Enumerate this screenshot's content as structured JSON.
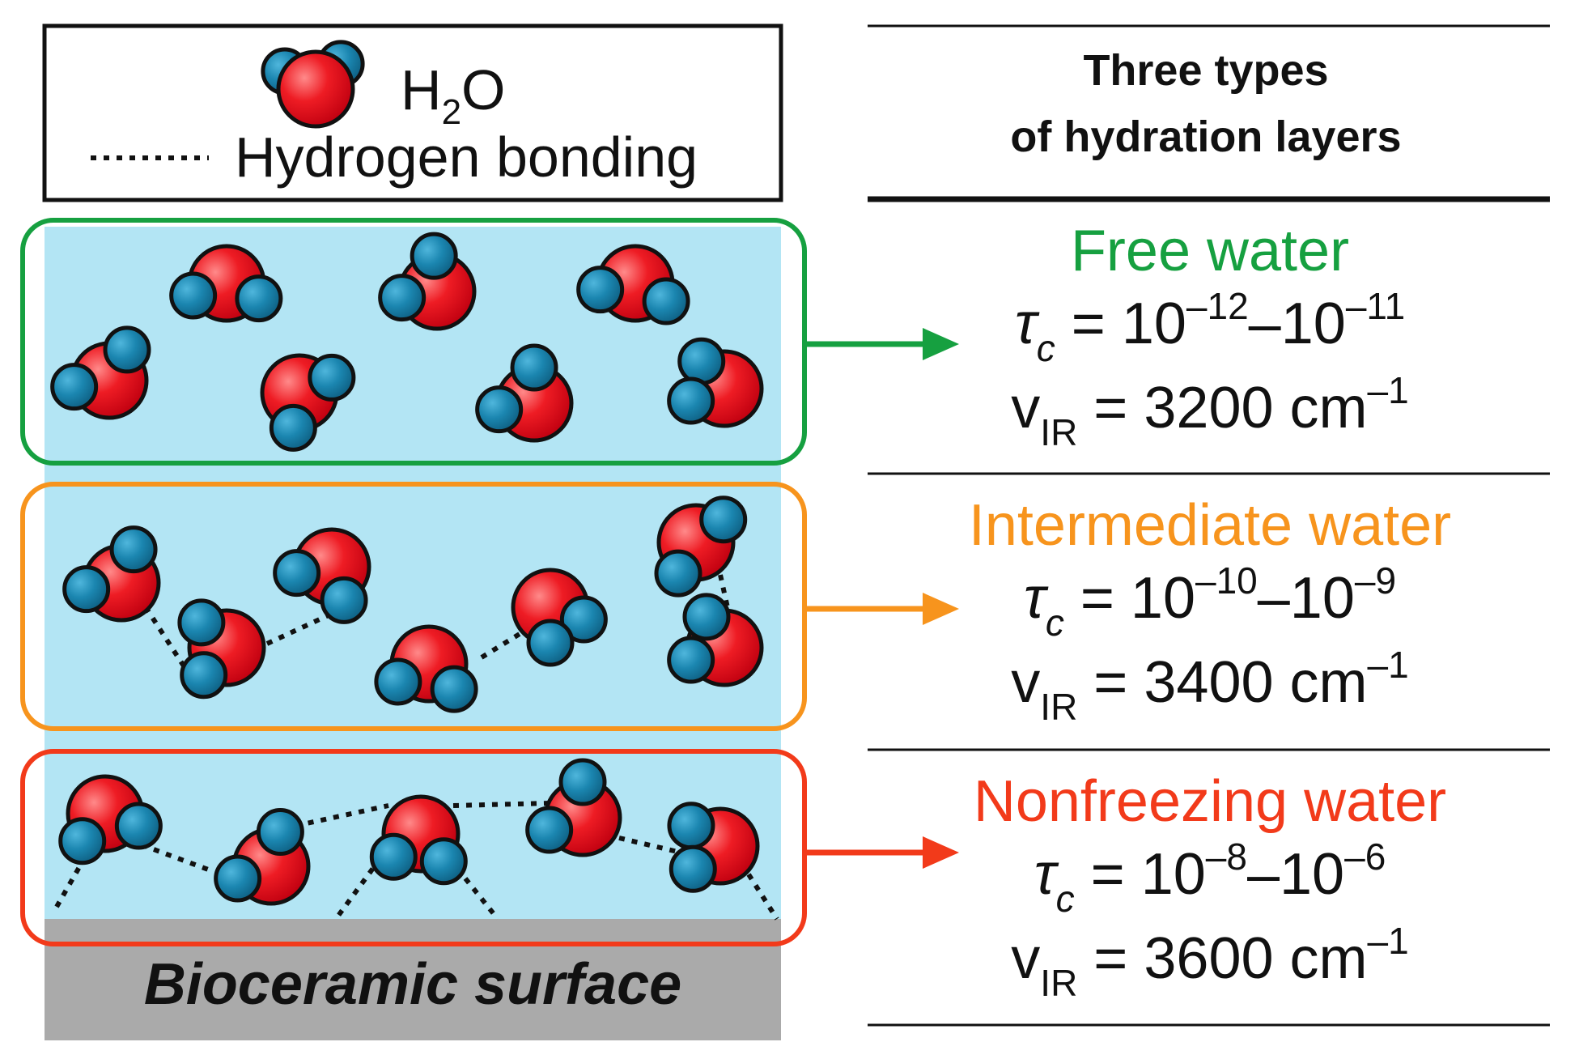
{
  "legend": {
    "water_prefix": "H",
    "water_sub": "2",
    "water_suffix": "O",
    "hbond_label": "Hydrogen bonding"
  },
  "table": {
    "header_line1": "Three types",
    "header_line2": "of hydration layers"
  },
  "surface_label": "Bioceramic surface",
  "symbols": {
    "tau": "τ",
    "tau_sub": "c",
    "nu": "v",
    "nu_sub": "IR",
    "eq": "=",
    "unit": "cm",
    "unit_exp": "–1"
  },
  "layers": [
    {
      "name": "Free water",
      "color": "#16a040",
      "tau_low_exp": "–12",
      "tau_high_exp": "–11",
      "ir": "3200",
      "base": "10",
      "dash": "–"
    },
    {
      "name": "Intermediate water",
      "color": "#f7941d",
      "tau_low_exp": "–10",
      "tau_high_exp": "–9",
      "ir": "3400",
      "base": "10",
      "dash": "–"
    },
    {
      "name": "Nonfreezing water",
      "color": "#f23a1a",
      "tau_low_exp": "–8",
      "tau_high_exp": "–6",
      "ir": "3600",
      "base": "10",
      "dash": "–"
    }
  ],
  "colors": {
    "water_bg": "#b3e5f4",
    "surface": "#aaaaaa",
    "oxygen": "#ee1c24",
    "hydrogen": "#1b86b0"
  }
}
